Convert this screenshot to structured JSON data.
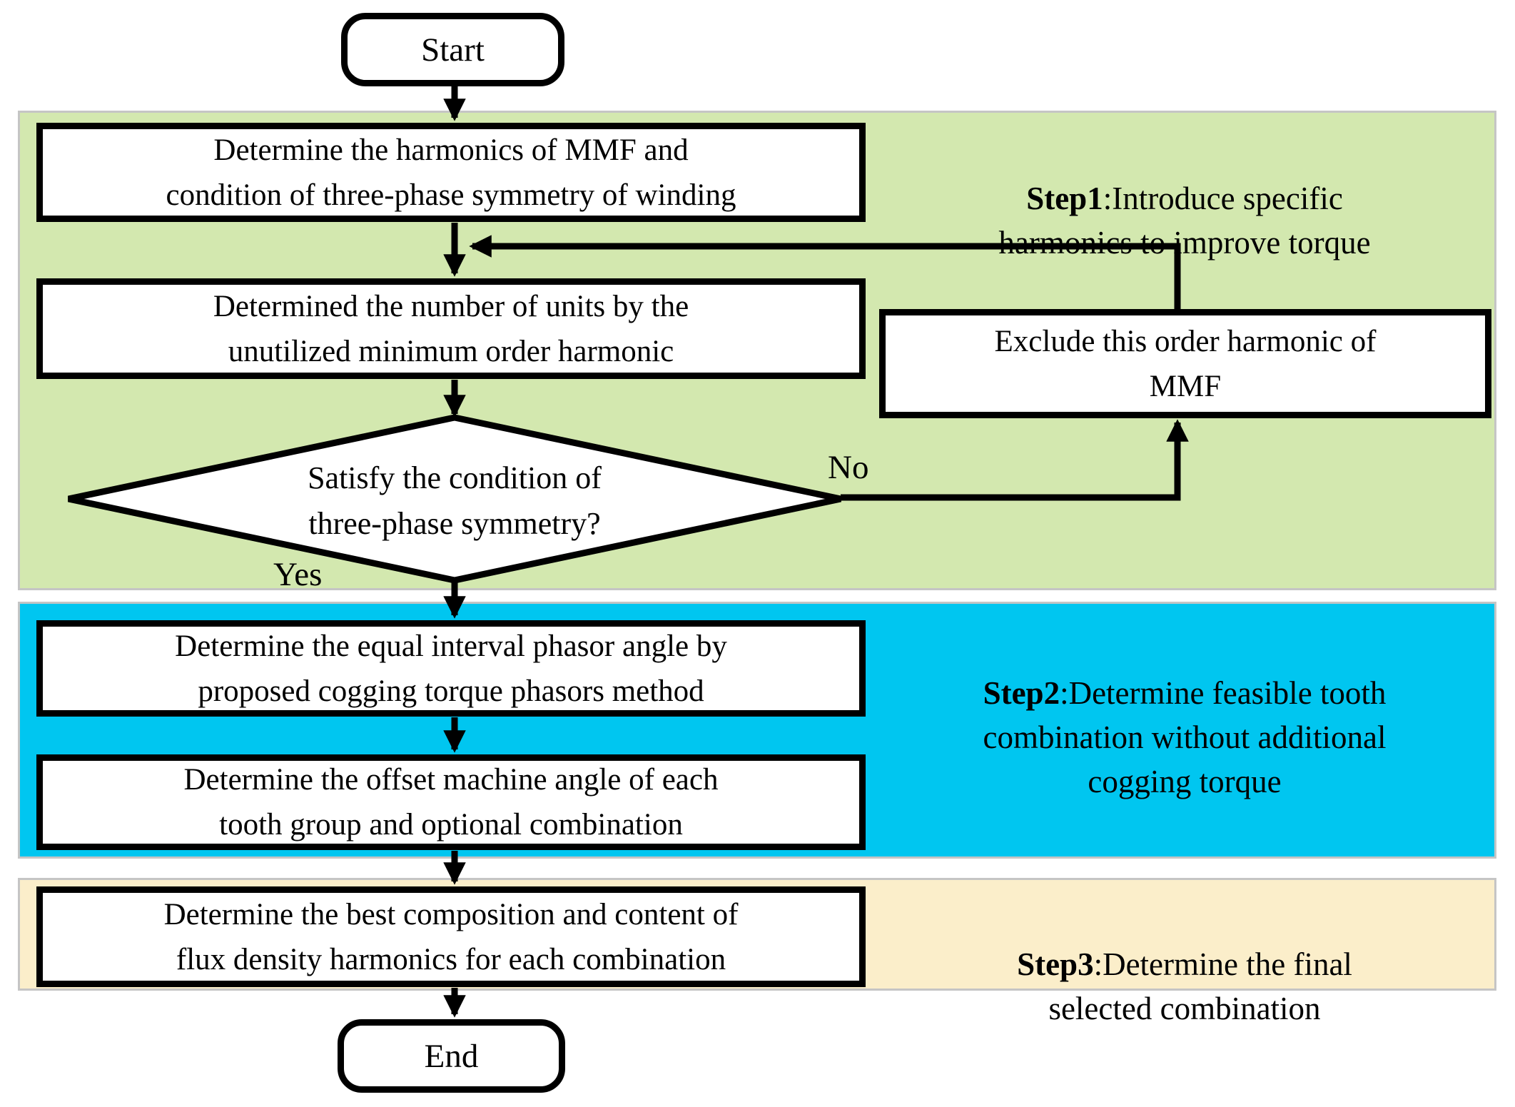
{
  "figure": {
    "type": "flowchart",
    "description": "Design procedure flowchart with three colored step regions"
  },
  "colors": {
    "step1_region_bg": "#d3e8af",
    "step2_region_bg": "#00c6f0",
    "step3_region_bg": "#fbeeca",
    "region_border": "#c5c5c5",
    "box_bg": "#ffffff",
    "line_color": "#000000"
  },
  "nodes": {
    "start": "Start",
    "end": "End",
    "determine_harmonics": "Determine the harmonics of MMF and\ncondition of three-phase symmetry of winding",
    "determine_units": "Determined the number of units by the\nunutilized minimum order harmonic",
    "exclude_harmonic": "Exclude this order harmonic of\nMMF",
    "decision_symmetry": "Satisfy the condition of\nthree-phase symmetry?",
    "determine_phasor": "Determine the equal interval phasor angle by\nproposed cogging torque phasors method",
    "determine_offset": "Determine the offset machine angle of each\ntooth group and optional combination",
    "determine_best": "Determine the best composition and content of\nflux density harmonics for each combination"
  },
  "branch_labels": {
    "yes": "Yes",
    "no": "No"
  },
  "steps": {
    "step1": {
      "name": "Step1",
      "desc": ":Introduce specific\nharmonics to improve torque"
    },
    "step2": {
      "name": "Step2",
      "desc": ":Determine feasible tooth\ncombination without additional\ncogging torque"
    },
    "step3": {
      "name": "Step3",
      "desc": ":Determine the final\nselected combination"
    }
  }
}
